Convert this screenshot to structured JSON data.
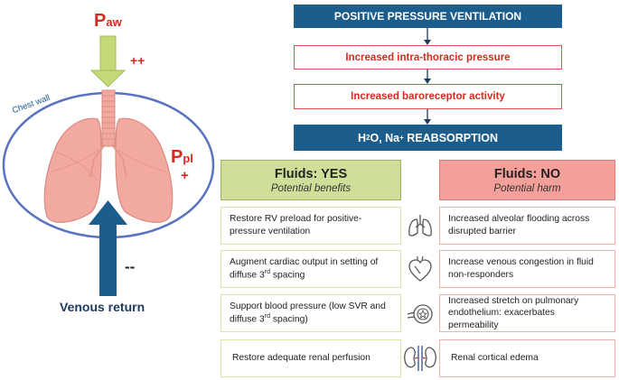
{
  "left": {
    "paw_main": "P",
    "paw_sub": "aw",
    "paw_sign": "++",
    "chest_wall": "Chest wall",
    "ppl_main": "P",
    "ppl_sub": "pl",
    "ppl_sign": "+",
    "venous_sign": "--",
    "venous_return": "Venous return",
    "colors": {
      "arrow_green": "#c5d978",
      "arrow_blue": "#1d5d8c",
      "ellipse": "#5b72c0",
      "lung": "#f2a99f"
    }
  },
  "flow": {
    "step1": "POSITIVE PRESSURE VENTILATION",
    "step2": "Increased intra-thoracic pressure",
    "step3": "Increased baroreceptor activity",
    "step4_a": "H",
    "step4_b": "2",
    "step4_c": "O, Na",
    "step4_d": "+",
    "step4_e": " REABSORPTION"
  },
  "yes": {
    "title": "Fluids: YES",
    "subtitle": "Potential benefits",
    "rows": [
      {
        "text": "Restore RV preload for positive-pressure ventilation"
      },
      {
        "text_a": "Augment cardiac output in setting of diffuse 3",
        "sup": "rd",
        "text_b": " spacing"
      },
      {
        "text_a": "Support blood pressure (low SVR and diffuse 3",
        "sup": "rd",
        "text_b": " spacing)"
      },
      {
        "text": "Restore adequate renal perfusion"
      }
    ]
  },
  "no": {
    "title": "Fluids: NO",
    "subtitle": "Potential harm",
    "rows": [
      {
        "text": "Increased alveolar flooding across disrupted barrier"
      },
      {
        "text": "Increase venous congestion in fluid non-responders"
      },
      {
        "text": "Increased stretch on pulmonary endothelium: exacerbates permeability"
      },
      {
        "text": "Renal cortical edema"
      }
    ]
  },
  "icons": [
    "lungs-icon",
    "heart-icon",
    "vessel-icon",
    "kidneys-icon"
  ]
}
